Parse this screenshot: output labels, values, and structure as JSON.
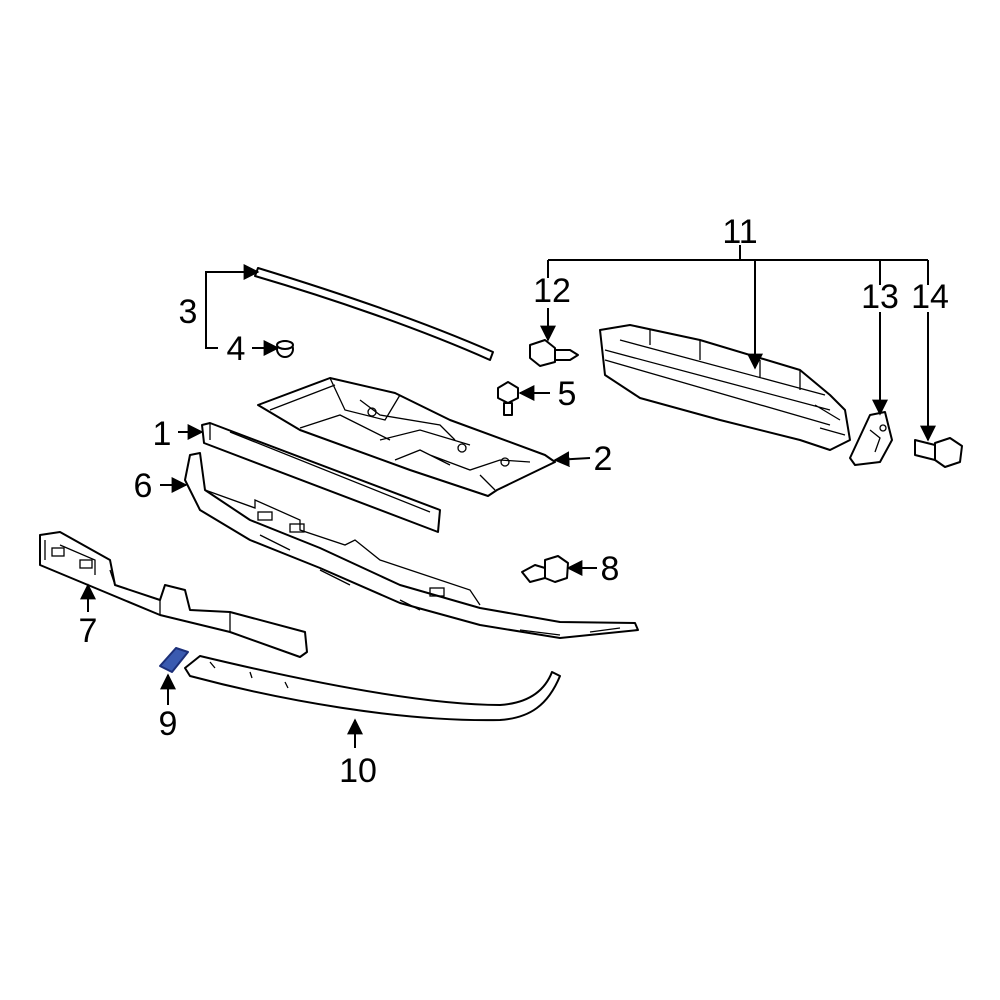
{
  "callouts": {
    "c1": "1",
    "c2": "2",
    "c3": "3",
    "c4": "4",
    "c5": "5",
    "c6": "6",
    "c7": "7",
    "c8": "8",
    "c9": "9",
    "c10": "10",
    "c11": "11",
    "c12": "12",
    "c13": "13",
    "c14": "14"
  },
  "highlighted_part": "9",
  "colors": {
    "line": "#000000",
    "background": "#ffffff",
    "highlight_fill": "#3a5ab0",
    "highlight_stroke": "#1c2f78"
  }
}
